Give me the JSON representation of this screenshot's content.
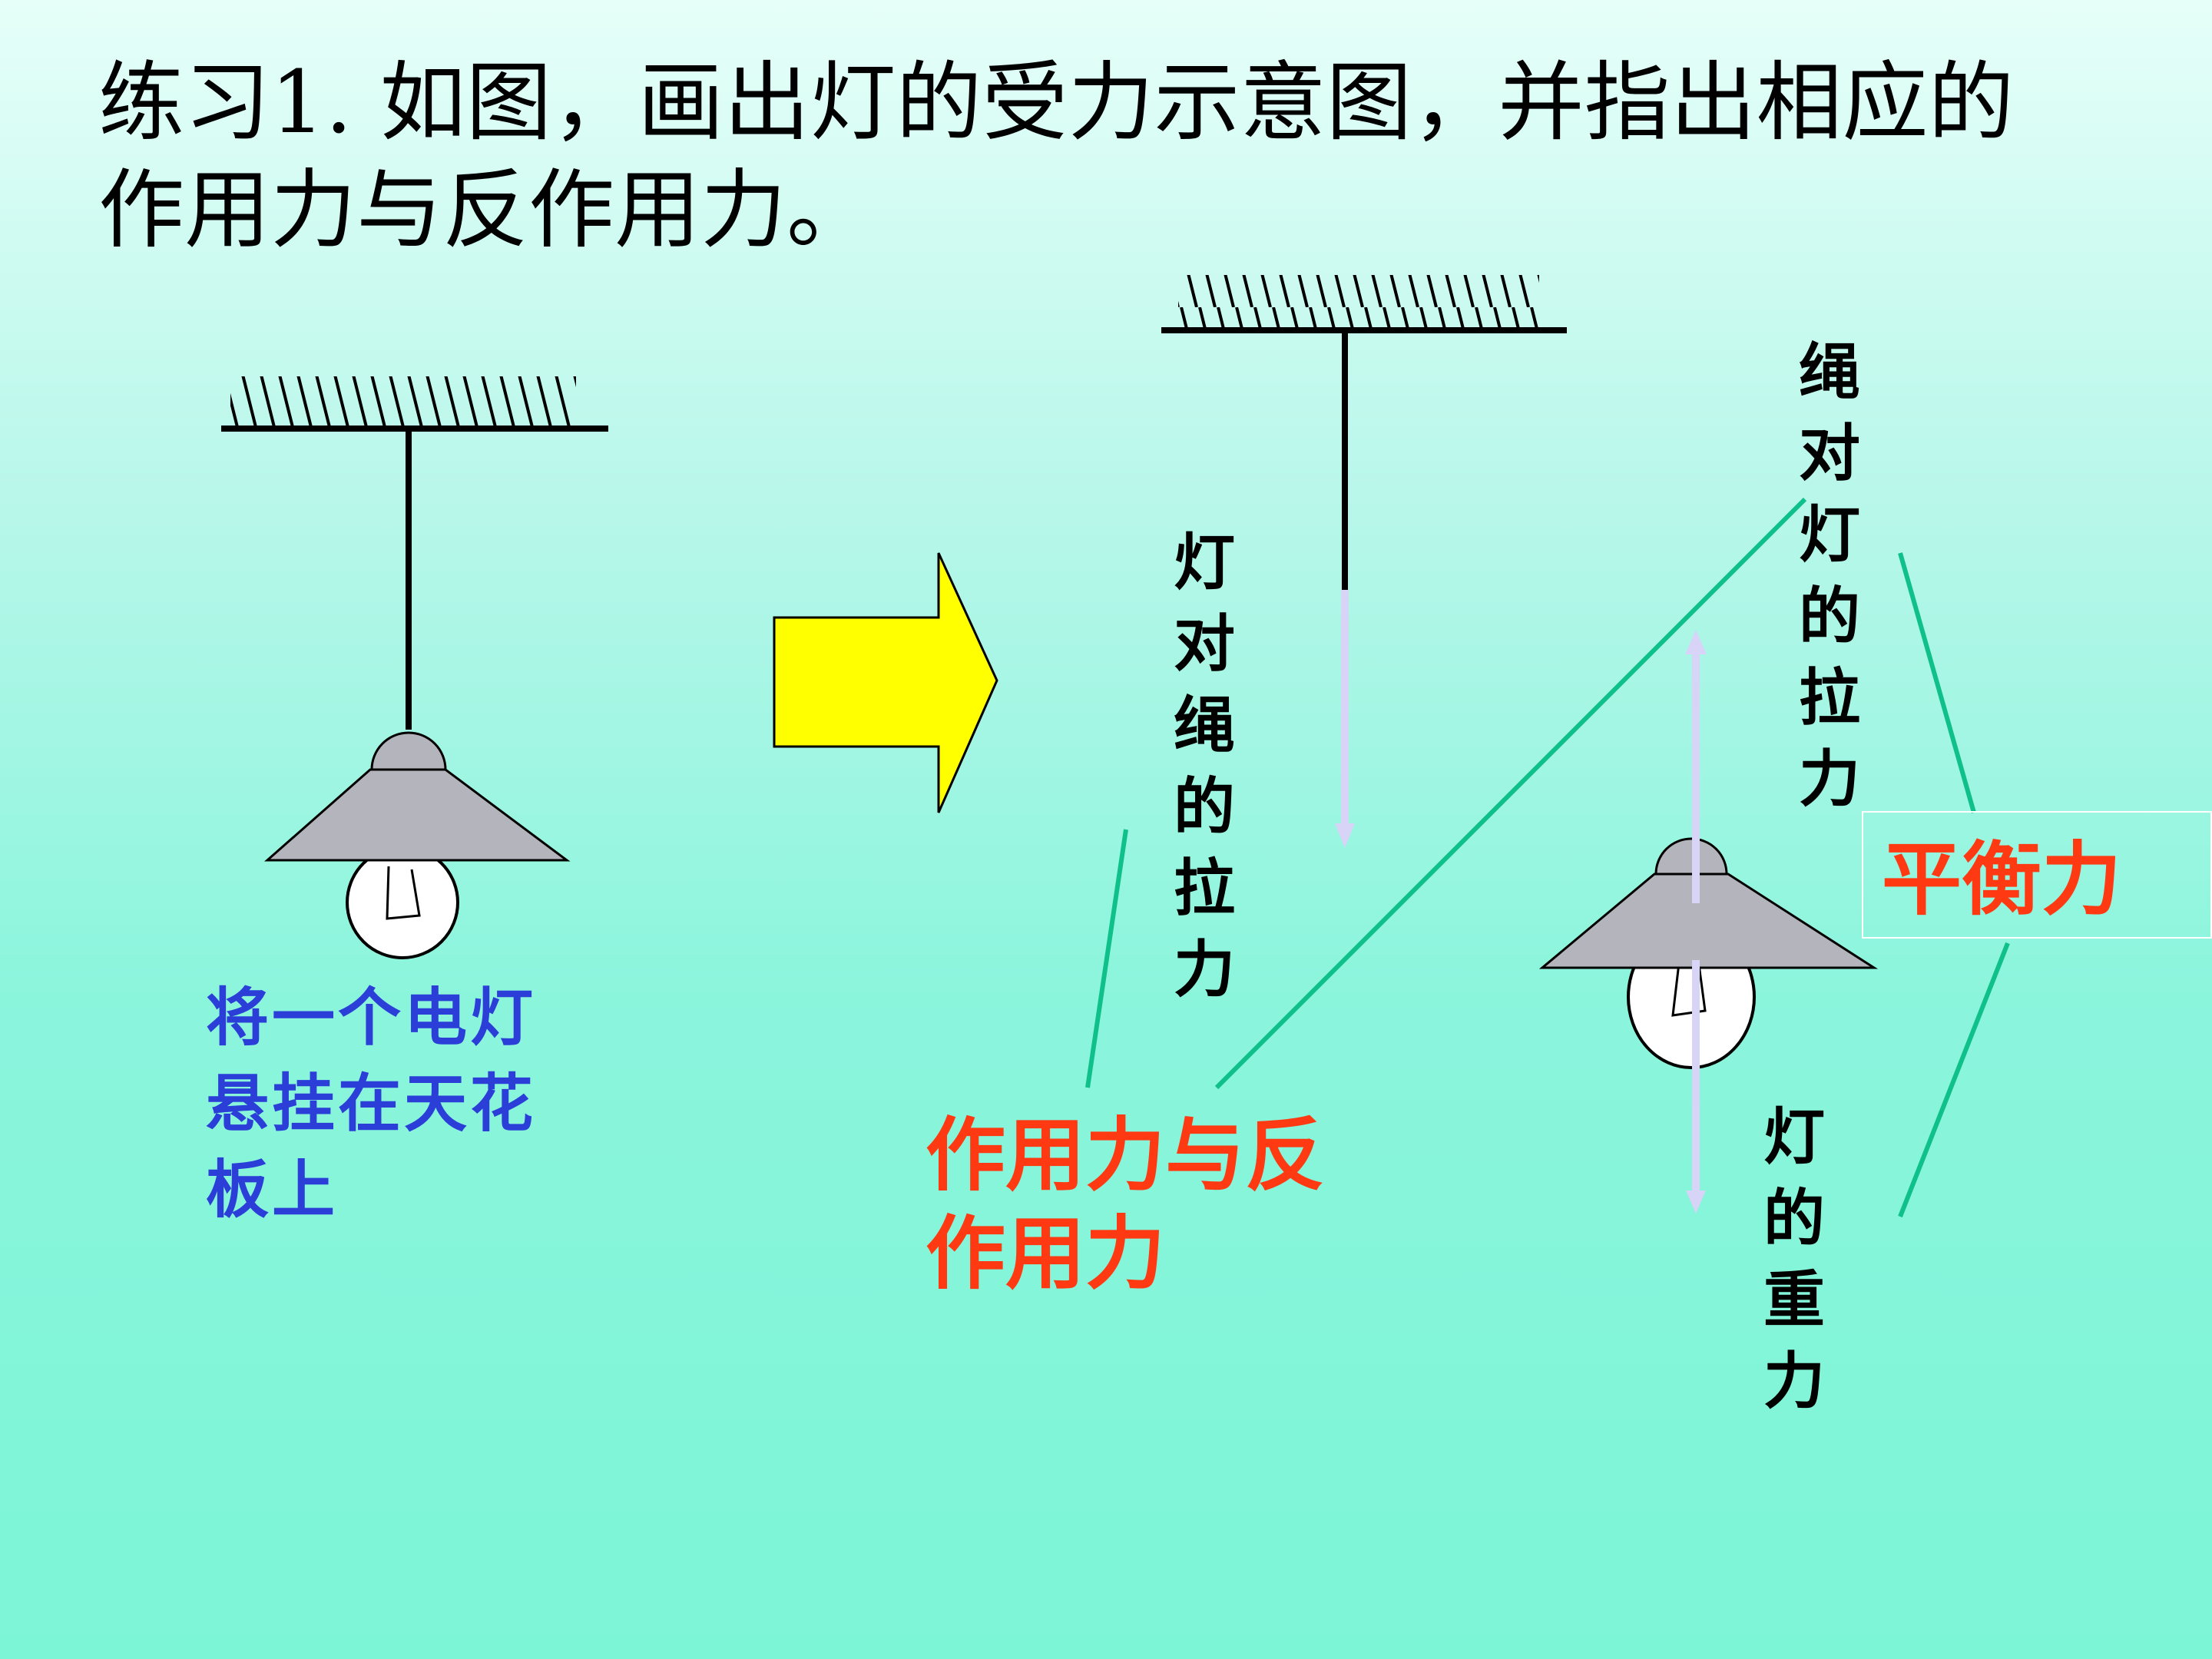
{
  "title": "练习1. 如图，画出灯的受力示意图，并指出相应的作用力与反作用力。",
  "caption": "将一个电灯\n悬挂在天花\n板上",
  "labels": {
    "lamp_on_rope": "灯对绳的拉力",
    "rope_on_lamp": "绳对灯的拉力",
    "lamp_gravity": "灯的重力",
    "action_reaction": "作用力与反作用力",
    "balanced_forces": "平衡力"
  },
  "colors": {
    "arrow_fill": "#ffff00",
    "force_arrow": "#d7d4f7",
    "connector_line": "#10c08a",
    "red_text": "#ff3a12",
    "blue_text": "#2b3fd8",
    "lampshade": "#b4b4bc"
  }
}
